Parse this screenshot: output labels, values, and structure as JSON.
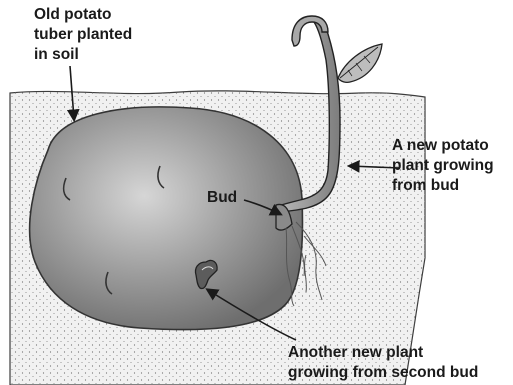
{
  "labels": {
    "tuber": [
      "Old potato",
      "tuber planted",
      "in soil"
    ],
    "bud": "Bud",
    "new_plant": [
      "A new potato",
      "plant growing",
      "from bud"
    ],
    "second_plant": [
      "Another new plant",
      "growing from second bud"
    ]
  }
}
